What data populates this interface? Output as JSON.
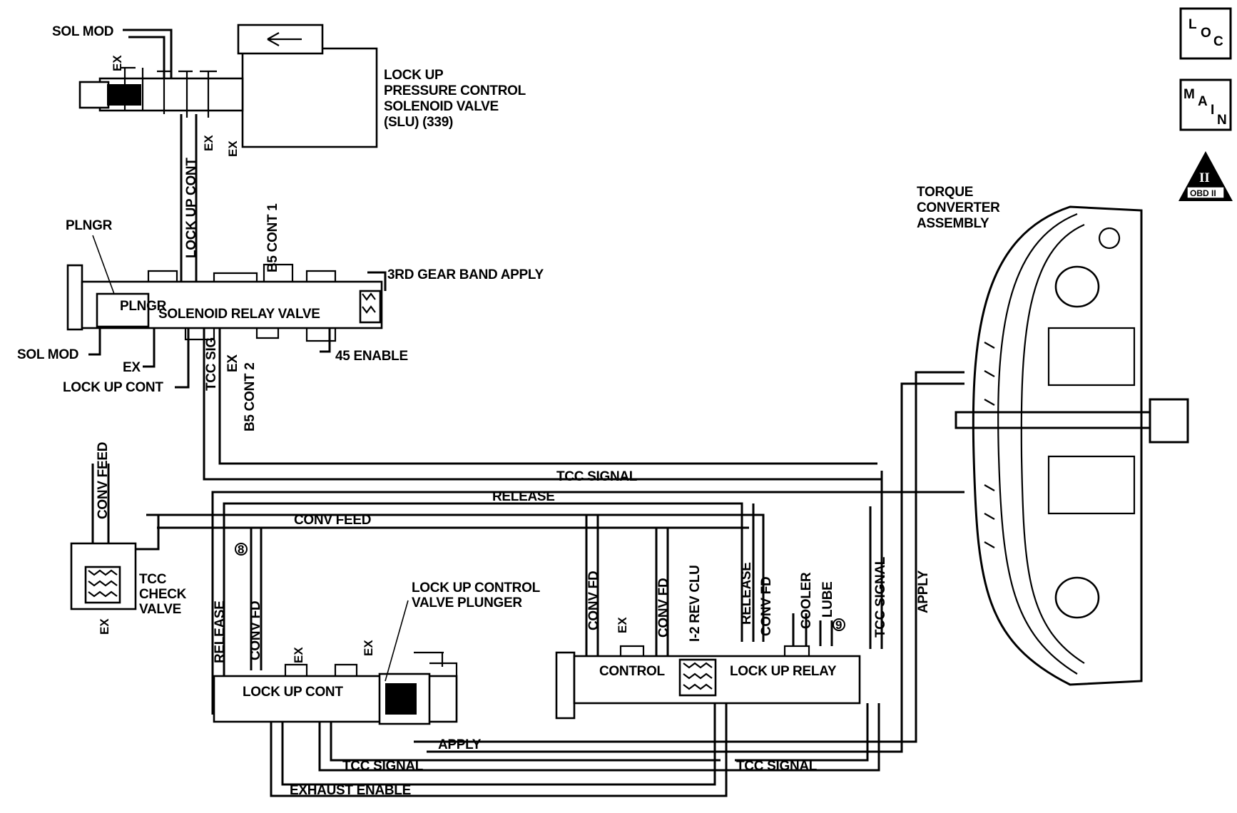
{
  "nav": {
    "loc": {
      "chars": [
        "L",
        "O",
        "C"
      ]
    },
    "main": {
      "chars": [
        "M",
        "A",
        "I",
        "N"
      ]
    },
    "obd": {
      "numeral": "II",
      "label": "OBD II"
    }
  },
  "labels": {
    "sol_mod_top": "SOL MOD",
    "ex_top": "EX",
    "ex_a": "EX",
    "ex_b": "EX",
    "slu_title": [
      "LOCK UP",
      "PRESSURE CONTROL",
      "SOLENOID VALVE",
      "(SLU) (339)"
    ],
    "lock_up_cont_vert": "LOCK UP CONT",
    "b5_cont_1": "B5 CONT 1",
    "plngr": "PLNGR",
    "third_gear_band_apply": "3RD GEAR BAND APPLY",
    "solenoid_relay_valve": "SOLENOID RELAY VALVE",
    "sol_mod_mid": "SOL MOD",
    "ex_mid": "EX",
    "lock_up_cont_mid": "LOCK UP CONT",
    "tcc_sig": "TCC SIG",
    "ex_relay": "EX",
    "b5_cont_2": "B5 CONT 2",
    "enable_45": "45 ENABLE",
    "torque_converter": [
      "TORQUE",
      "CONVERTER",
      "ASSEMBLY"
    ],
    "conv_feed_vert": "CONV FEED",
    "tcc_signal_top": "TCC SIGNAL",
    "release_top": "RELEASE",
    "conv_feed_line": "CONV FEED",
    "tcc_check_valve": [
      "TCC",
      "CHECK",
      "VALVE"
    ],
    "ex_check": "EX",
    "release_left": "RELEASE",
    "conv_fd_left": "CONV FD",
    "lock_up_control_plunger": [
      "LOCK UP CONTROL",
      "VALVE PLUNGER"
    ],
    "ex_luc_1": "EX",
    "ex_luc_2": "EX",
    "lock_up_cont_valve": "LOCK UP CONT",
    "conv_fd_1": "CONV FD",
    "ex_ctrl": "EX",
    "conv_fd_2": "CONV FD",
    "rev_clu": "I-2 REV CLU",
    "release_right": "RELEASE",
    "conv_fd_3": "CONV FD",
    "cooler": "COOLER",
    "lube": "LUBE",
    "tcc_signal_vert": "TCC SIGNAL",
    "apply_vert": "APPLY",
    "control": "CONTROL",
    "lock_up_relay": "LOCK UP RELAY",
    "apply_bottom": "APPLY",
    "tcc_signal_bottom_left": "TCC SIGNAL",
    "tcc_signal_bottom_right": "TCC SIGNAL",
    "exhaust_enable": "EXHAUST ENABLE",
    "orifice_8": "8",
    "orifice_9": "9"
  }
}
